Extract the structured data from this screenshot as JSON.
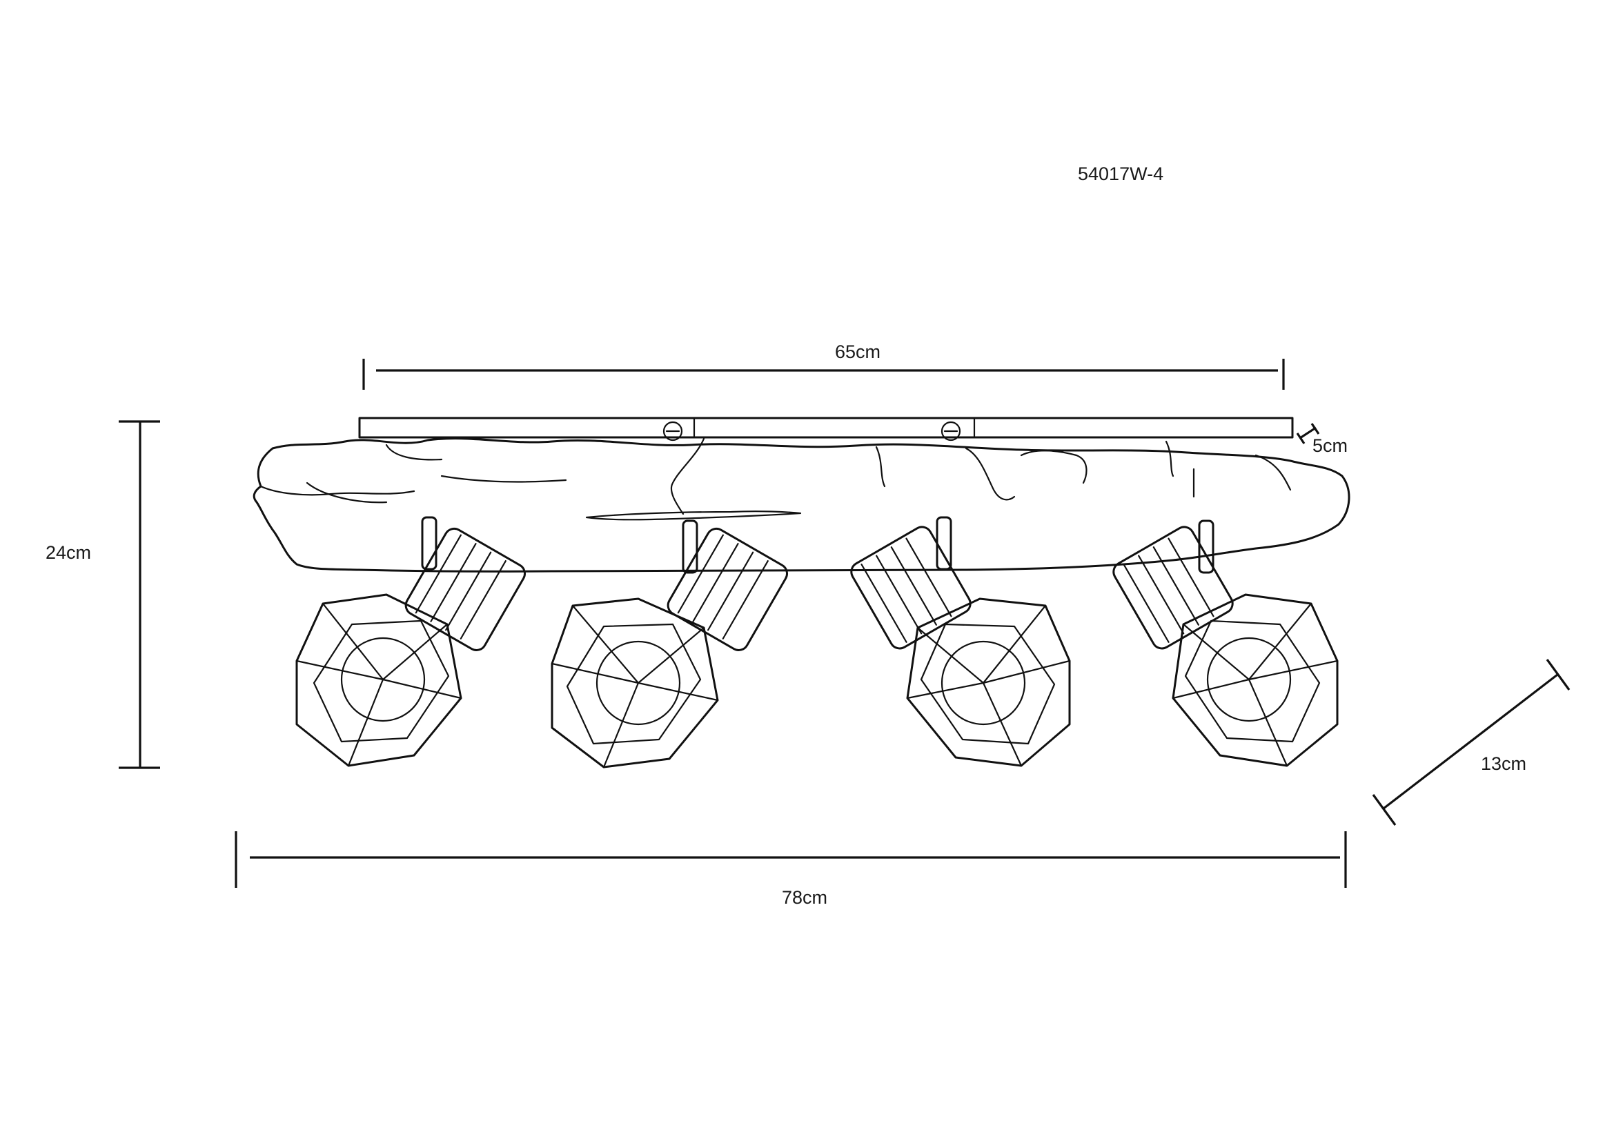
{
  "model_code": "54017W-4",
  "dimensions": {
    "canopy_length": "65cm",
    "canopy_depth": "5cm",
    "height": "24cm",
    "projection": "13cm",
    "total_length": "78cm"
  },
  "spotlight_count": 4
}
